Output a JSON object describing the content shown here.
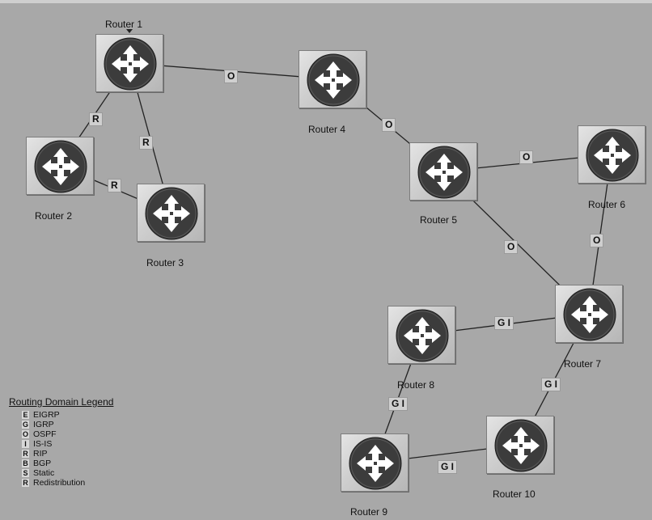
{
  "routers": [
    {
      "id": "r1",
      "label": "Router 1"
    },
    {
      "id": "r2",
      "label": "Router 2"
    },
    {
      "id": "r3",
      "label": "Router 3"
    },
    {
      "id": "r4",
      "label": "Router 4"
    },
    {
      "id": "r5",
      "label": "Router 5"
    },
    {
      "id": "r6",
      "label": "Router 6"
    },
    {
      "id": "r7",
      "label": "Router 7"
    },
    {
      "id": "r8",
      "label": "Router 8"
    },
    {
      "id": "r9",
      "label": "Router 9"
    },
    {
      "id": "r10",
      "label": "Router 10"
    }
  ],
  "links": [
    {
      "from": "r1",
      "to": "r4",
      "label": "O"
    },
    {
      "from": "r1",
      "to": "r2",
      "label": "R"
    },
    {
      "from": "r1",
      "to": "r3",
      "label": "R"
    },
    {
      "from": "r2",
      "to": "r3",
      "label": "R"
    },
    {
      "from": "r4",
      "to": "r5",
      "label": "O"
    },
    {
      "from": "r5",
      "to": "r6",
      "label": "O"
    },
    {
      "from": "r5",
      "to": "r7",
      "label": "O"
    },
    {
      "from": "r6",
      "to": "r7",
      "label": "O"
    },
    {
      "from": "r8",
      "to": "r7",
      "label": "G I"
    },
    {
      "from": "r7",
      "to": "r10",
      "label": "G I"
    },
    {
      "from": "r8",
      "to": "r9",
      "label": "G I"
    },
    {
      "from": "r9",
      "to": "r10",
      "label": "G I"
    }
  ],
  "legend": {
    "title": "Routing Domain Legend",
    "items": [
      {
        "code": "E",
        "name": "EIGRP"
      },
      {
        "code": "G",
        "name": "IGRP"
      },
      {
        "code": "O",
        "name": "OSPF"
      },
      {
        "code": "I",
        "name": "IS-IS"
      },
      {
        "code": "R",
        "name": "RIP"
      },
      {
        "code": "B",
        "name": "BGP"
      },
      {
        "code": "S",
        "name": "Static"
      },
      {
        "code": "R",
        "name": "Redistribution"
      }
    ]
  },
  "colors": {
    "background": "#a8a8a8",
    "router_disc": "#3c3c3c",
    "link_line": "#222222"
  }
}
